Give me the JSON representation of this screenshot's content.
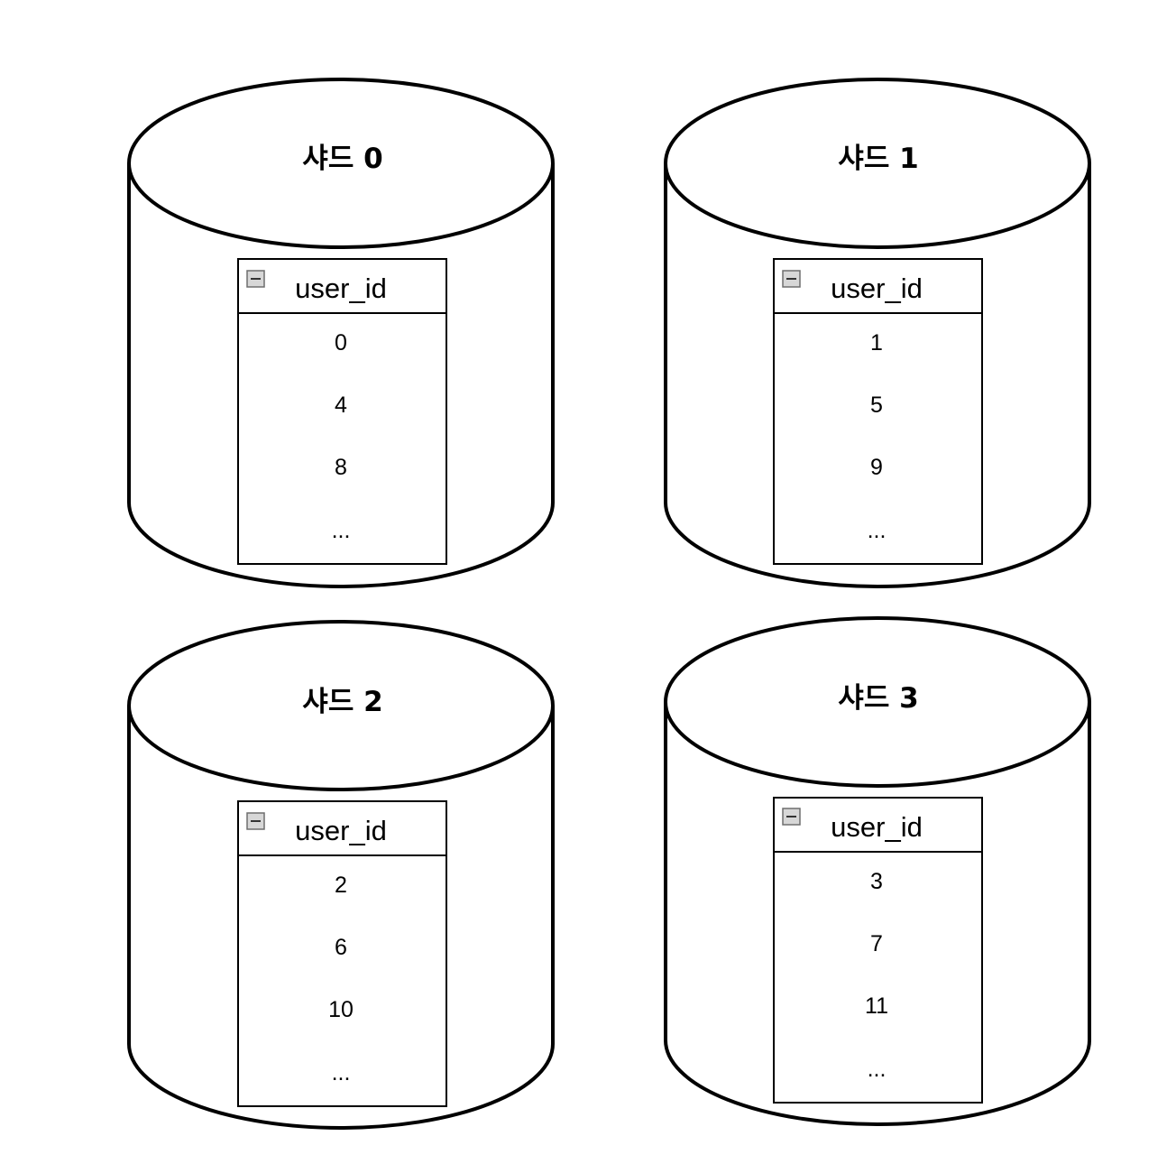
{
  "shards": [
    {
      "title": "샤드 0",
      "table": {
        "header": "user_id",
        "rows": [
          "0",
          "4",
          "8",
          "..."
        ]
      }
    },
    {
      "title": "샤드 1",
      "table": {
        "header": "user_id",
        "rows": [
          "1",
          "5",
          "9",
          "..."
        ]
      }
    },
    {
      "title": "샤드 2",
      "table": {
        "header": "user_id",
        "rows": [
          "2",
          "6",
          "10",
          "..."
        ]
      }
    },
    {
      "title": "샤드 3",
      "table": {
        "header": "user_id",
        "rows": [
          "3",
          "7",
          "11",
          "..."
        ]
      }
    }
  ],
  "colors": {
    "stroke": "#000000",
    "fill": "#ffffff",
    "collapse_icon_fill": "#d7d7d7",
    "collapse_icon_stroke": "#6e6e6e"
  }
}
